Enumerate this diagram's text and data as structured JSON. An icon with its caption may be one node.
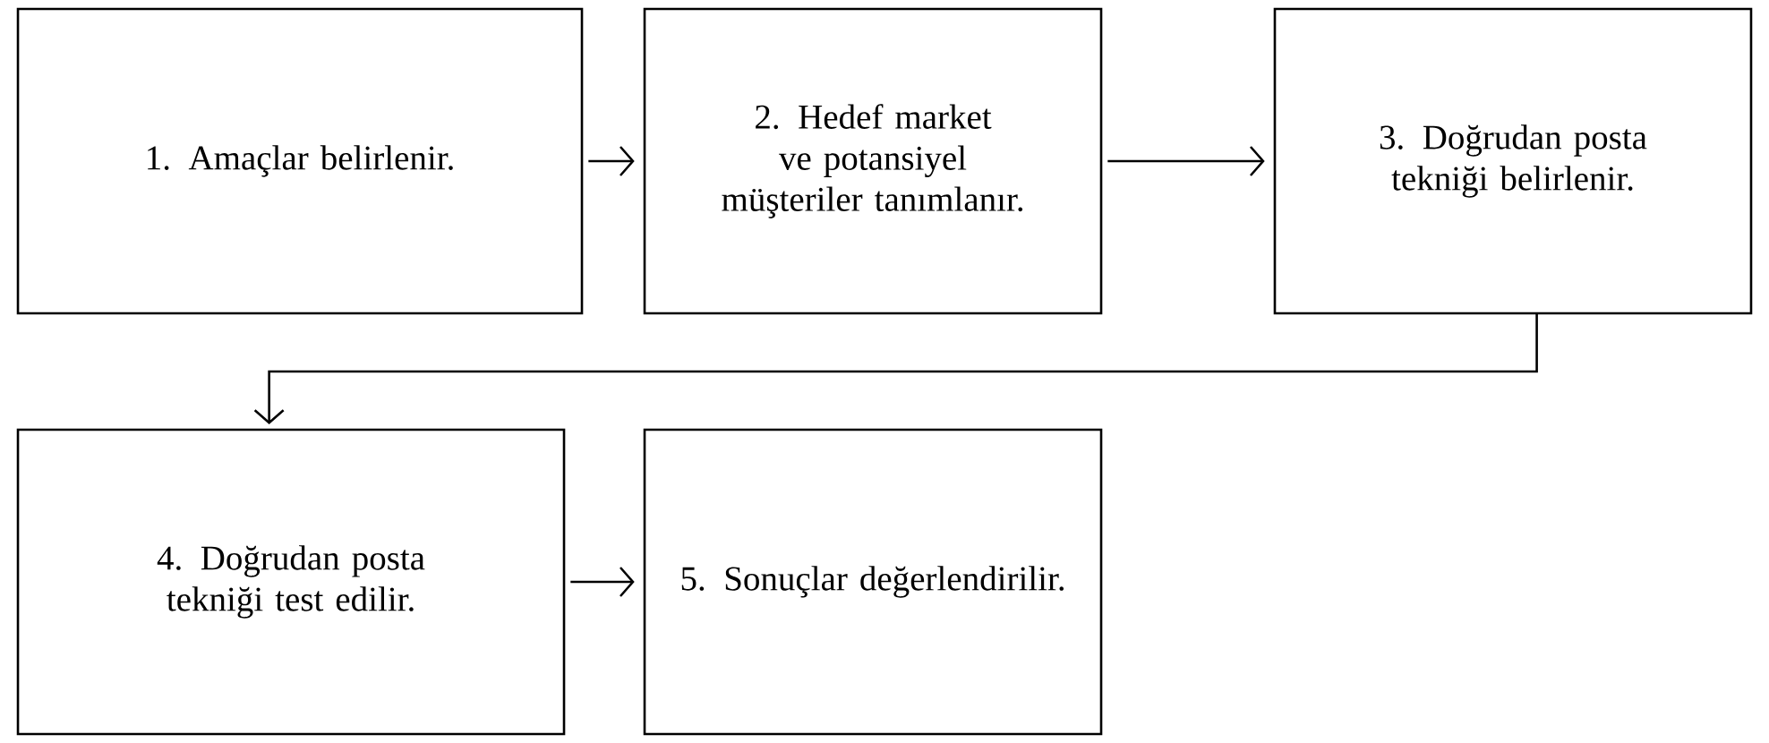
{
  "diagram": {
    "nodes": [
      {
        "text": [
          "1. Amaçlar belirlenir."
        ]
      },
      {
        "text": [
          "2. Hedef market ve potansiyel müşteriler tanımlanır."
        ]
      },
      {
        "text": [
          "3. Doğrudan posta tekniği belirlenir."
        ]
      },
      {
        "text": [
          "4. Doğrudan posta tekniği test edilir."
        ]
      },
      {
        "text": [
          "5. Sonuçlar değerlendirilir."
        ]
      }
    ],
    "edges": [
      {
        "from": 0,
        "to": 1,
        "arrow": "to"
      },
      {
        "from": 1,
        "to": 2,
        "arrow": "to"
      },
      {
        "from": 2,
        "to": 3,
        "arrow": "to"
      },
      {
        "from": 3,
        "to": 4,
        "arrow": "to"
      }
    ]
  }
}
